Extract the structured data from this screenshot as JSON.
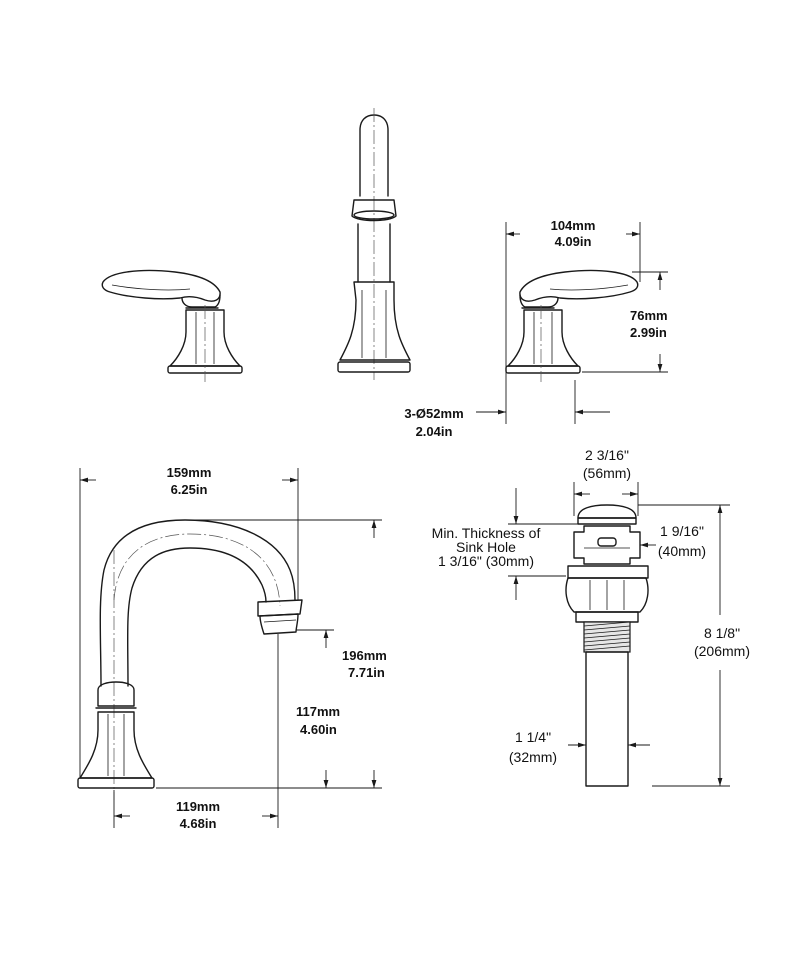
{
  "dimensions": {
    "widespread_width_mm": "104mm",
    "widespread_width_in": "4.09in",
    "handle_height_mm": "76mm",
    "handle_height_in": "2.99in",
    "hole_dia_mm": "3-Ø52mm",
    "hole_dia_in": "2.04in",
    "spout_reach_total_mm": "159mm",
    "spout_reach_total_in": "6.25in",
    "spout_height_mm": "196mm",
    "spout_height_in": "7.71in",
    "spout_clearance_mm": "117mm",
    "spout_clearance_in": "4.60in",
    "spout_reach_mm": "119mm",
    "spout_reach_in": "4.68in"
  },
  "drain": {
    "cap_width_in": "2 3/16\"",
    "cap_width_mm": "(56mm)",
    "thickness_line1": "Min. Thickness of",
    "thickness_line2": "Sink Hole",
    "thickness_line3": "1 3/16\" (30mm)",
    "body_width_in": "1 9/16\"",
    "body_width_mm": "(40mm)",
    "total_height_in": "8 1/8\"",
    "total_height_mm": "(206mm)",
    "tail_width_in": "1 1/4\"",
    "tail_width_mm": "(32mm)"
  }
}
